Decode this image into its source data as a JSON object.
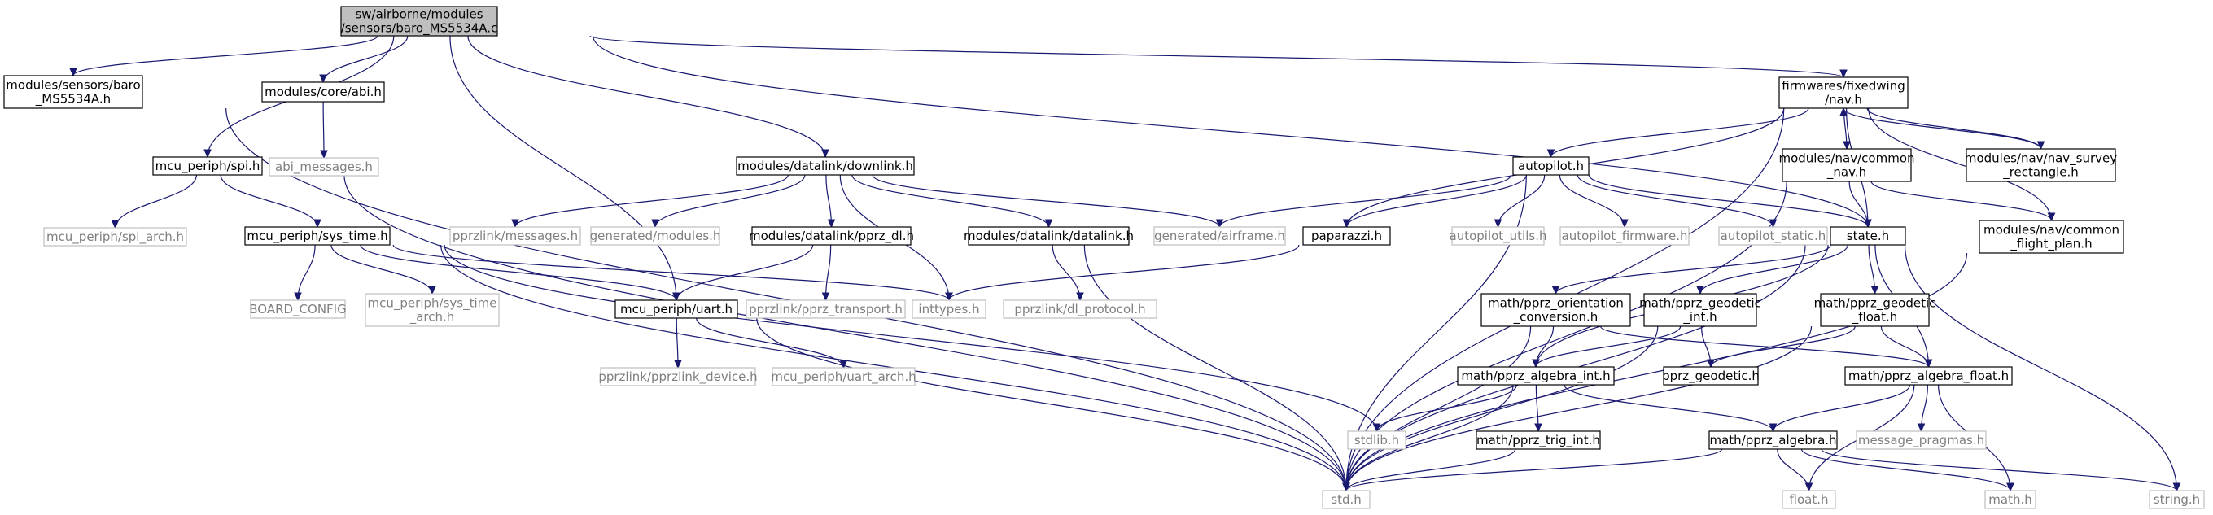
{
  "colors": {
    "edge": "#191970",
    "root_fill": "#bfbfbf",
    "node_border": "#000000",
    "missing_border": "#bfbfbf",
    "missing_text": "#7f7f7f",
    "text": "#000000"
  },
  "nodes": [
    {
      "id": "root",
      "lines": [
        "sw/airborne/modules",
        "/sensors/baro_MS5534A.c"
      ],
      "kind": "root"
    },
    {
      "id": "baro_h",
      "lines": [
        "modules/sensors/baro",
        "_MS5534A.h"
      ],
      "kind": "file"
    },
    {
      "id": "abi_h",
      "lines": [
        "modules/core/abi.h"
      ],
      "kind": "file"
    },
    {
      "id": "abi_msg",
      "lines": [
        "abi_messages.h"
      ],
      "kind": "missing"
    },
    {
      "id": "spi_h",
      "lines": [
        "mcu_periph/spi.h"
      ],
      "kind": "file"
    },
    {
      "id": "spi_arch",
      "lines": [
        "mcu_periph/spi_arch.h"
      ],
      "kind": "missing"
    },
    {
      "id": "sys_time",
      "lines": [
        "mcu_periph/sys_time.h"
      ],
      "kind": "file"
    },
    {
      "id": "board_cfg",
      "lines": [
        "BOARD_CONFIG"
      ],
      "kind": "missing"
    },
    {
      "id": "sys_time_arch",
      "lines": [
        "mcu_periph/sys_time",
        "_arch.h"
      ],
      "kind": "missing"
    },
    {
      "id": "uart_h",
      "lines": [
        "mcu_periph/uart.h"
      ],
      "kind": "file"
    },
    {
      "id": "pprz_dev",
      "lines": [
        "pprzlink/pprzlink_device.h"
      ],
      "kind": "missing"
    },
    {
      "id": "uart_arch",
      "lines": [
        "mcu_periph/uart_arch.h"
      ],
      "kind": "missing"
    },
    {
      "id": "downlink",
      "lines": [
        "modules/datalink/downlink.h"
      ],
      "kind": "file"
    },
    {
      "id": "pp_msgs",
      "lines": [
        "pprzlink/messages.h"
      ],
      "kind": "missing"
    },
    {
      "id": "gen_mod",
      "lines": [
        "generated/modules.h"
      ],
      "kind": "missing"
    },
    {
      "id": "pprz_dl",
      "lines": [
        "modules/datalink/pprz_dl.h"
      ],
      "kind": "file"
    },
    {
      "id": "pp_trans",
      "lines": [
        "pprzlink/pprz_transport.h"
      ],
      "kind": "missing"
    },
    {
      "id": "inttypes",
      "lines": [
        "inttypes.h"
      ],
      "kind": "missing"
    },
    {
      "id": "datalink",
      "lines": [
        "modules/datalink/datalink.h"
      ],
      "kind": "file"
    },
    {
      "id": "dl_proto",
      "lines": [
        "pprzlink/dl_protocol.h"
      ],
      "kind": "missing"
    },
    {
      "id": "gen_af",
      "lines": [
        "generated/airframe.h"
      ],
      "kind": "missing"
    },
    {
      "id": "nav_h",
      "lines": [
        "firmwares/fixedwing",
        "/nav.h"
      ],
      "kind": "file"
    },
    {
      "id": "autopilot",
      "lines": [
        "autopilot.h"
      ],
      "kind": "file"
    },
    {
      "id": "paparazzi",
      "lines": [
        "paparazzi.h"
      ],
      "kind": "file"
    },
    {
      "id": "ap_utils",
      "lines": [
        "autopilot_utils.h"
      ],
      "kind": "missing"
    },
    {
      "id": "ap_fw",
      "lines": [
        "autopilot_firmware.h"
      ],
      "kind": "missing"
    },
    {
      "id": "ap_static",
      "lines": [
        "autopilot_static.h"
      ],
      "kind": "missing"
    },
    {
      "id": "common_nav",
      "lines": [
        "modules/nav/common",
        "_nav.h"
      ],
      "kind": "file"
    },
    {
      "id": "survey",
      "lines": [
        "modules/nav/nav_survey",
        "_rectangle.h"
      ],
      "kind": "file"
    },
    {
      "id": "flight_plan",
      "lines": [
        "modules/nav/common",
        "_flight_plan.h"
      ],
      "kind": "file"
    },
    {
      "id": "state",
      "lines": [
        "state.h"
      ],
      "kind": "file"
    },
    {
      "id": "orient",
      "lines": [
        "math/pprz_orientation",
        "_conversion.h"
      ],
      "kind": "file"
    },
    {
      "id": "geo_int",
      "lines": [
        "math/pprz_geodetic",
        "_int.h"
      ],
      "kind": "file"
    },
    {
      "id": "geo_float",
      "lines": [
        "math/pprz_geodetic",
        "_float.h"
      ],
      "kind": "file"
    },
    {
      "id": "alg_int",
      "lines": [
        "math/pprz_algebra_int.h"
      ],
      "kind": "file"
    },
    {
      "id": "geodetic",
      "lines": [
        "pprz_geodetic.h"
      ],
      "kind": "file"
    },
    {
      "id": "alg_float",
      "lines": [
        "math/pprz_algebra_float.h"
      ],
      "kind": "file"
    },
    {
      "id": "stdlib",
      "lines": [
        "stdlib.h"
      ],
      "kind": "missing"
    },
    {
      "id": "trig_int",
      "lines": [
        "math/pprz_trig_int.h"
      ],
      "kind": "file"
    },
    {
      "id": "algebra",
      "lines": [
        "math/pprz_algebra.h"
      ],
      "kind": "file"
    },
    {
      "id": "msg_prag",
      "lines": [
        "message_pragmas.h"
      ],
      "kind": "missing"
    },
    {
      "id": "std",
      "lines": [
        "std.h"
      ],
      "kind": "missing"
    },
    {
      "id": "float",
      "lines": [
        "float.h"
      ],
      "kind": "missing"
    },
    {
      "id": "math",
      "lines": [
        "math.h"
      ],
      "kind": "missing"
    },
    {
      "id": "string",
      "lines": [
        "string.h"
      ],
      "kind": "missing"
    }
  ],
  "edges": [
    [
      "root",
      "baro_h"
    ],
    [
      "root",
      "abi_h"
    ],
    [
      "root",
      "spi_h"
    ],
    [
      "root",
      "uart_h"
    ],
    [
      "root",
      "downlink"
    ],
    [
      "root",
      "nav_h"
    ],
    [
      "root",
      "state"
    ],
    [
      "baro_h",
      "std"
    ],
    [
      "abi_h",
      "abi_msg"
    ],
    [
      "spi_h",
      "spi_arch"
    ],
    [
      "spi_h",
      "sys_time"
    ],
    [
      "spi_h",
      "std"
    ],
    [
      "sys_time",
      "board_cfg"
    ],
    [
      "sys_time",
      "sys_time_arch"
    ],
    [
      "sys_time",
      "uart_h"
    ],
    [
      "sys_time",
      "inttypes"
    ],
    [
      "sys_time",
      "stdlib"
    ],
    [
      "sys_time",
      "std"
    ],
    [
      "uart_h",
      "pprz_dev"
    ],
    [
      "uart_h",
      "uart_arch"
    ],
    [
      "uart_h",
      "std"
    ],
    [
      "downlink",
      "pp_msgs"
    ],
    [
      "downlink",
      "gen_mod"
    ],
    [
      "downlink",
      "pprz_dl"
    ],
    [
      "downlink",
      "inttypes"
    ],
    [
      "downlink",
      "datalink"
    ],
    [
      "downlink",
      "gen_af"
    ],
    [
      "pprz_dl",
      "pp_trans"
    ],
    [
      "pprz_dl",
      "uart_h"
    ],
    [
      "datalink",
      "dl_proto"
    ],
    [
      "datalink",
      "std"
    ],
    [
      "nav_h",
      "autopilot"
    ],
    [
      "nav_h",
      "paparazzi"
    ],
    [
      "nav_h",
      "common_nav"
    ],
    [
      "nav_h",
      "survey"
    ],
    [
      "nav_h",
      "flight_plan"
    ],
    [
      "nav_h",
      "state"
    ],
    [
      "nav_h",
      "std"
    ],
    [
      "survey",
      "nav_h"
    ],
    [
      "autopilot",
      "gen_af"
    ],
    [
      "autopilot",
      "paparazzi"
    ],
    [
      "autopilot",
      "ap_utils"
    ],
    [
      "autopilot",
      "ap_fw"
    ],
    [
      "autopilot",
      "ap_static"
    ],
    [
      "autopilot",
      "state"
    ],
    [
      "autopilot",
      "std"
    ],
    [
      "paparazzi",
      "inttypes"
    ],
    [
      "common_nav",
      "state"
    ],
    [
      "common_nav",
      "flight_plan"
    ],
    [
      "common_nav",
      "std"
    ],
    [
      "flight_plan",
      "std"
    ],
    [
      "state",
      "orient"
    ],
    [
      "state",
      "geo_int"
    ],
    [
      "state",
      "geo_float"
    ],
    [
      "state",
      "alg_int"
    ],
    [
      "state",
      "alg_float"
    ],
    [
      "state",
      "std"
    ],
    [
      "state",
      "string"
    ],
    [
      "orient",
      "alg_int"
    ],
    [
      "orient",
      "alg_float"
    ],
    [
      "orient",
      "std"
    ],
    [
      "geo_int",
      "geodetic"
    ],
    [
      "geo_int",
      "alg_int"
    ],
    [
      "geo_int",
      "std"
    ],
    [
      "geo_float",
      "geodetic"
    ],
    [
      "geo_float",
      "alg_float"
    ],
    [
      "geo_float",
      "std"
    ],
    [
      "alg_int",
      "stdlib"
    ],
    [
      "alg_int",
      "trig_int"
    ],
    [
      "alg_int",
      "algebra"
    ],
    [
      "alg_int",
      "std"
    ],
    [
      "trig_int",
      "std"
    ],
    [
      "alg_float",
      "algebra"
    ],
    [
      "alg_float",
      "msg_prag"
    ],
    [
      "alg_float",
      "math"
    ],
    [
      "alg_float",
      "float"
    ],
    [
      "algebra",
      "std"
    ],
    [
      "algebra",
      "float"
    ],
    [
      "algebra",
      "math"
    ],
    [
      "algebra",
      "string"
    ]
  ]
}
